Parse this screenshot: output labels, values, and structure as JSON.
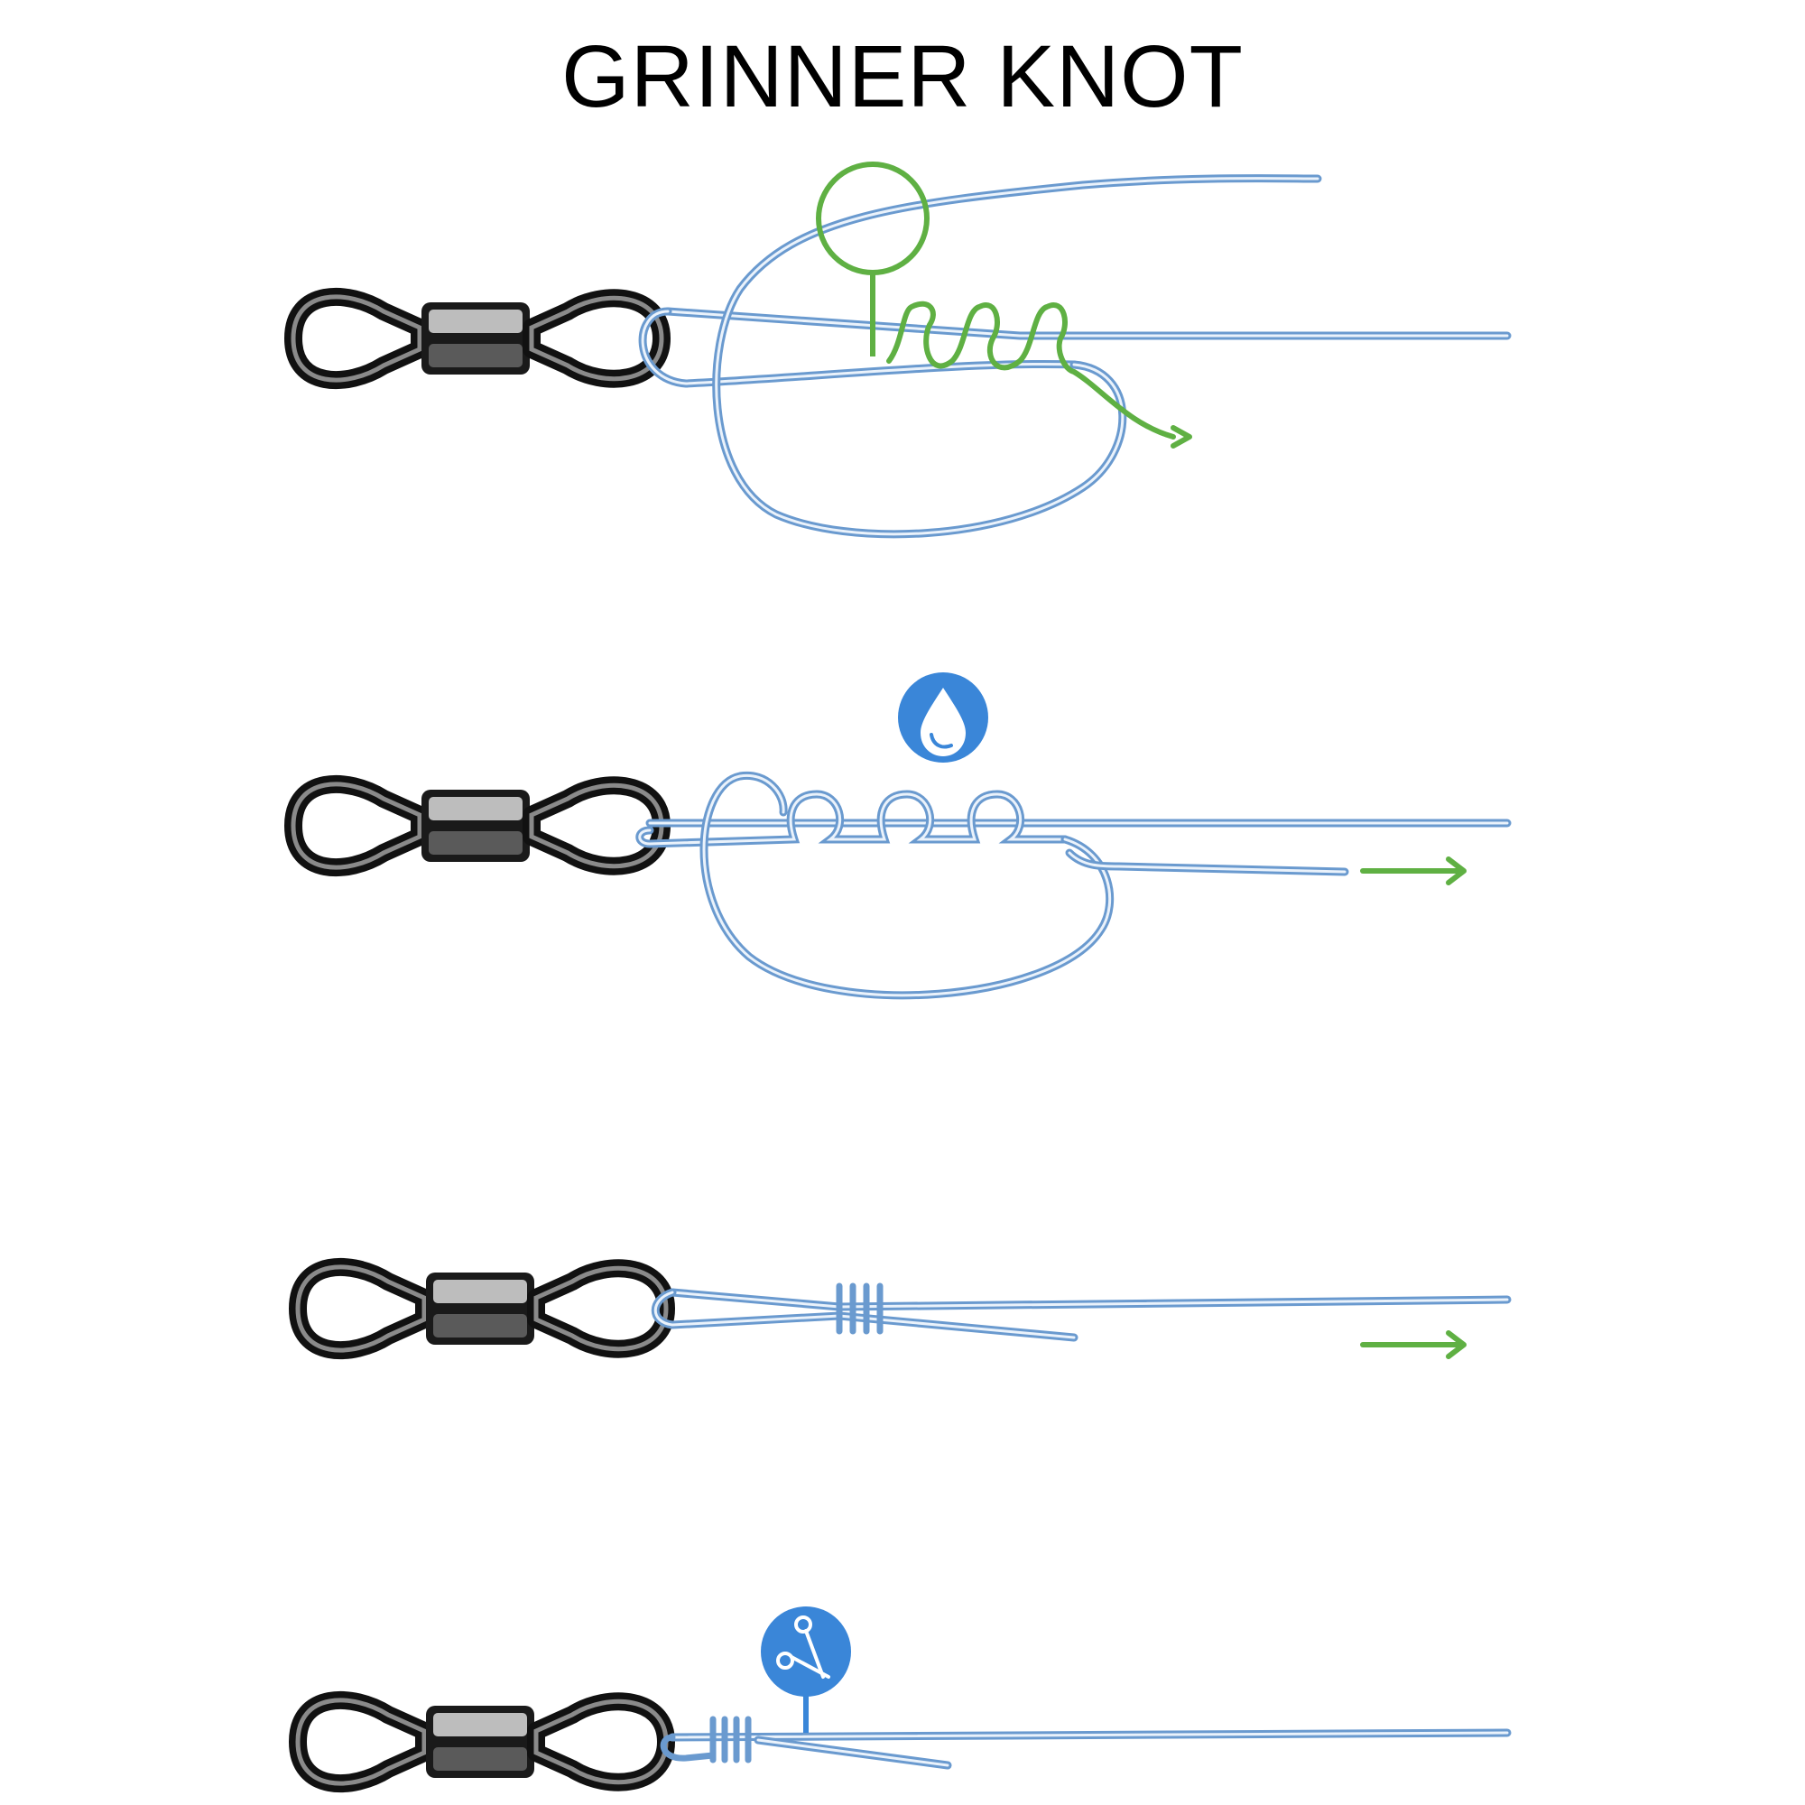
{
  "title": "GRINNER KNOT",
  "colors": {
    "line": "#6a9acf",
    "line_highlight": "#eaf2fb",
    "swivel": "#1a1a1a",
    "swivel_sleeve": "#555555",
    "guide": "#5fb043",
    "icon_bg": "#3a86d8"
  },
  "steps": [
    {
      "icon": "green-pointer-circle",
      "arrow": "green-curved-arrow"
    },
    {
      "icon": "water-drop-icon",
      "arrow": "green-right-arrow"
    },
    {
      "icon": "",
      "arrow": "green-right-arrow"
    },
    {
      "icon": "scissors-icon",
      "arrow": ""
    }
  ]
}
